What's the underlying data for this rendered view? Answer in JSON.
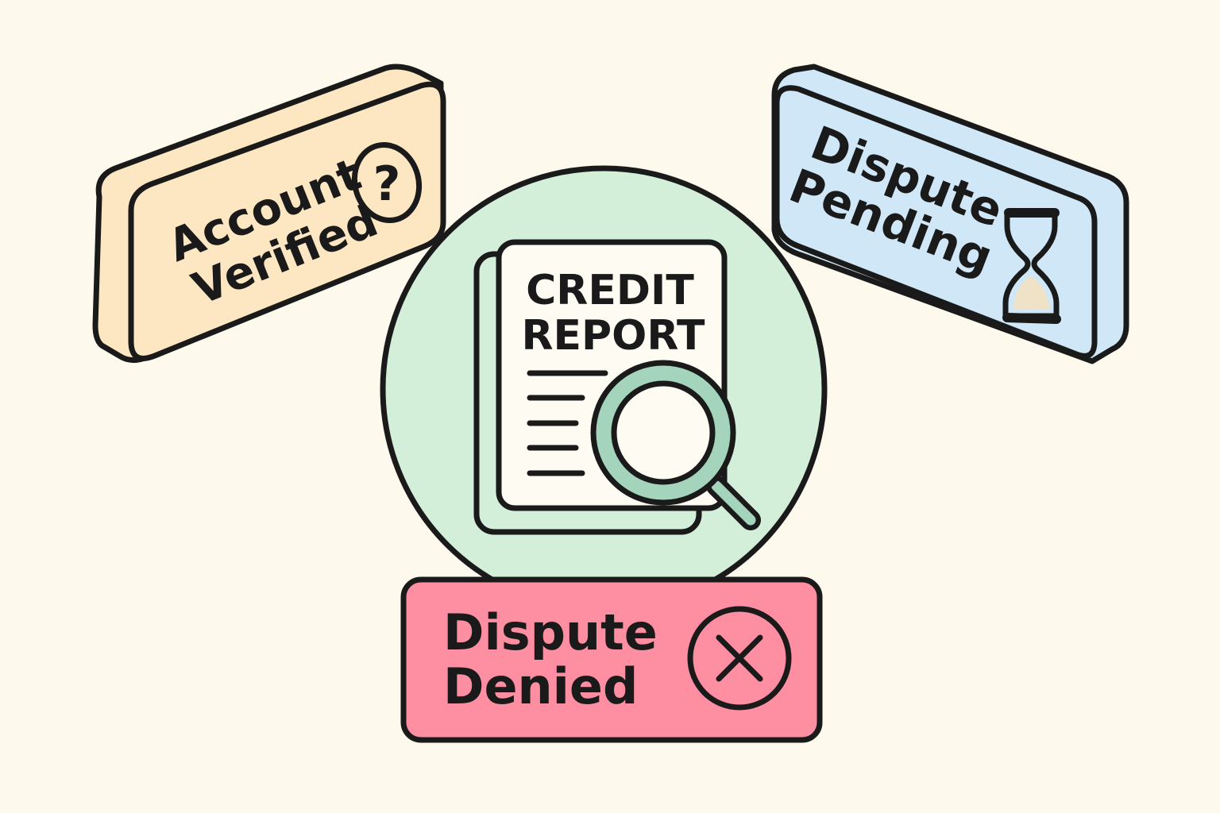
{
  "scene": {
    "background": "#fdf9ec",
    "stroke": "#1a1a1a"
  },
  "center": {
    "circle_color": "#d3eed9",
    "document": {
      "title_line1": "CREDIT",
      "title_line2": "REPORT",
      "paper_color": "#fdfbf2",
      "text_lines": 5
    },
    "magnifier": {
      "icon": "magnifying-glass-icon",
      "rim_color": "#a5d4bd"
    }
  },
  "badges": {
    "account_verified": {
      "line1": "Account",
      "line2": "Verified",
      "icon": "question-circle-icon",
      "color": "#fde7c2"
    },
    "dispute_pending": {
      "line1": "Dispute",
      "line2": "Pending",
      "icon": "hourglass-icon",
      "color": "#cfe7f6"
    },
    "dispute_denied": {
      "line1": "Dispute",
      "line2": "Denied",
      "icon": "x-circle-icon",
      "color": "#fe8ea1"
    }
  }
}
